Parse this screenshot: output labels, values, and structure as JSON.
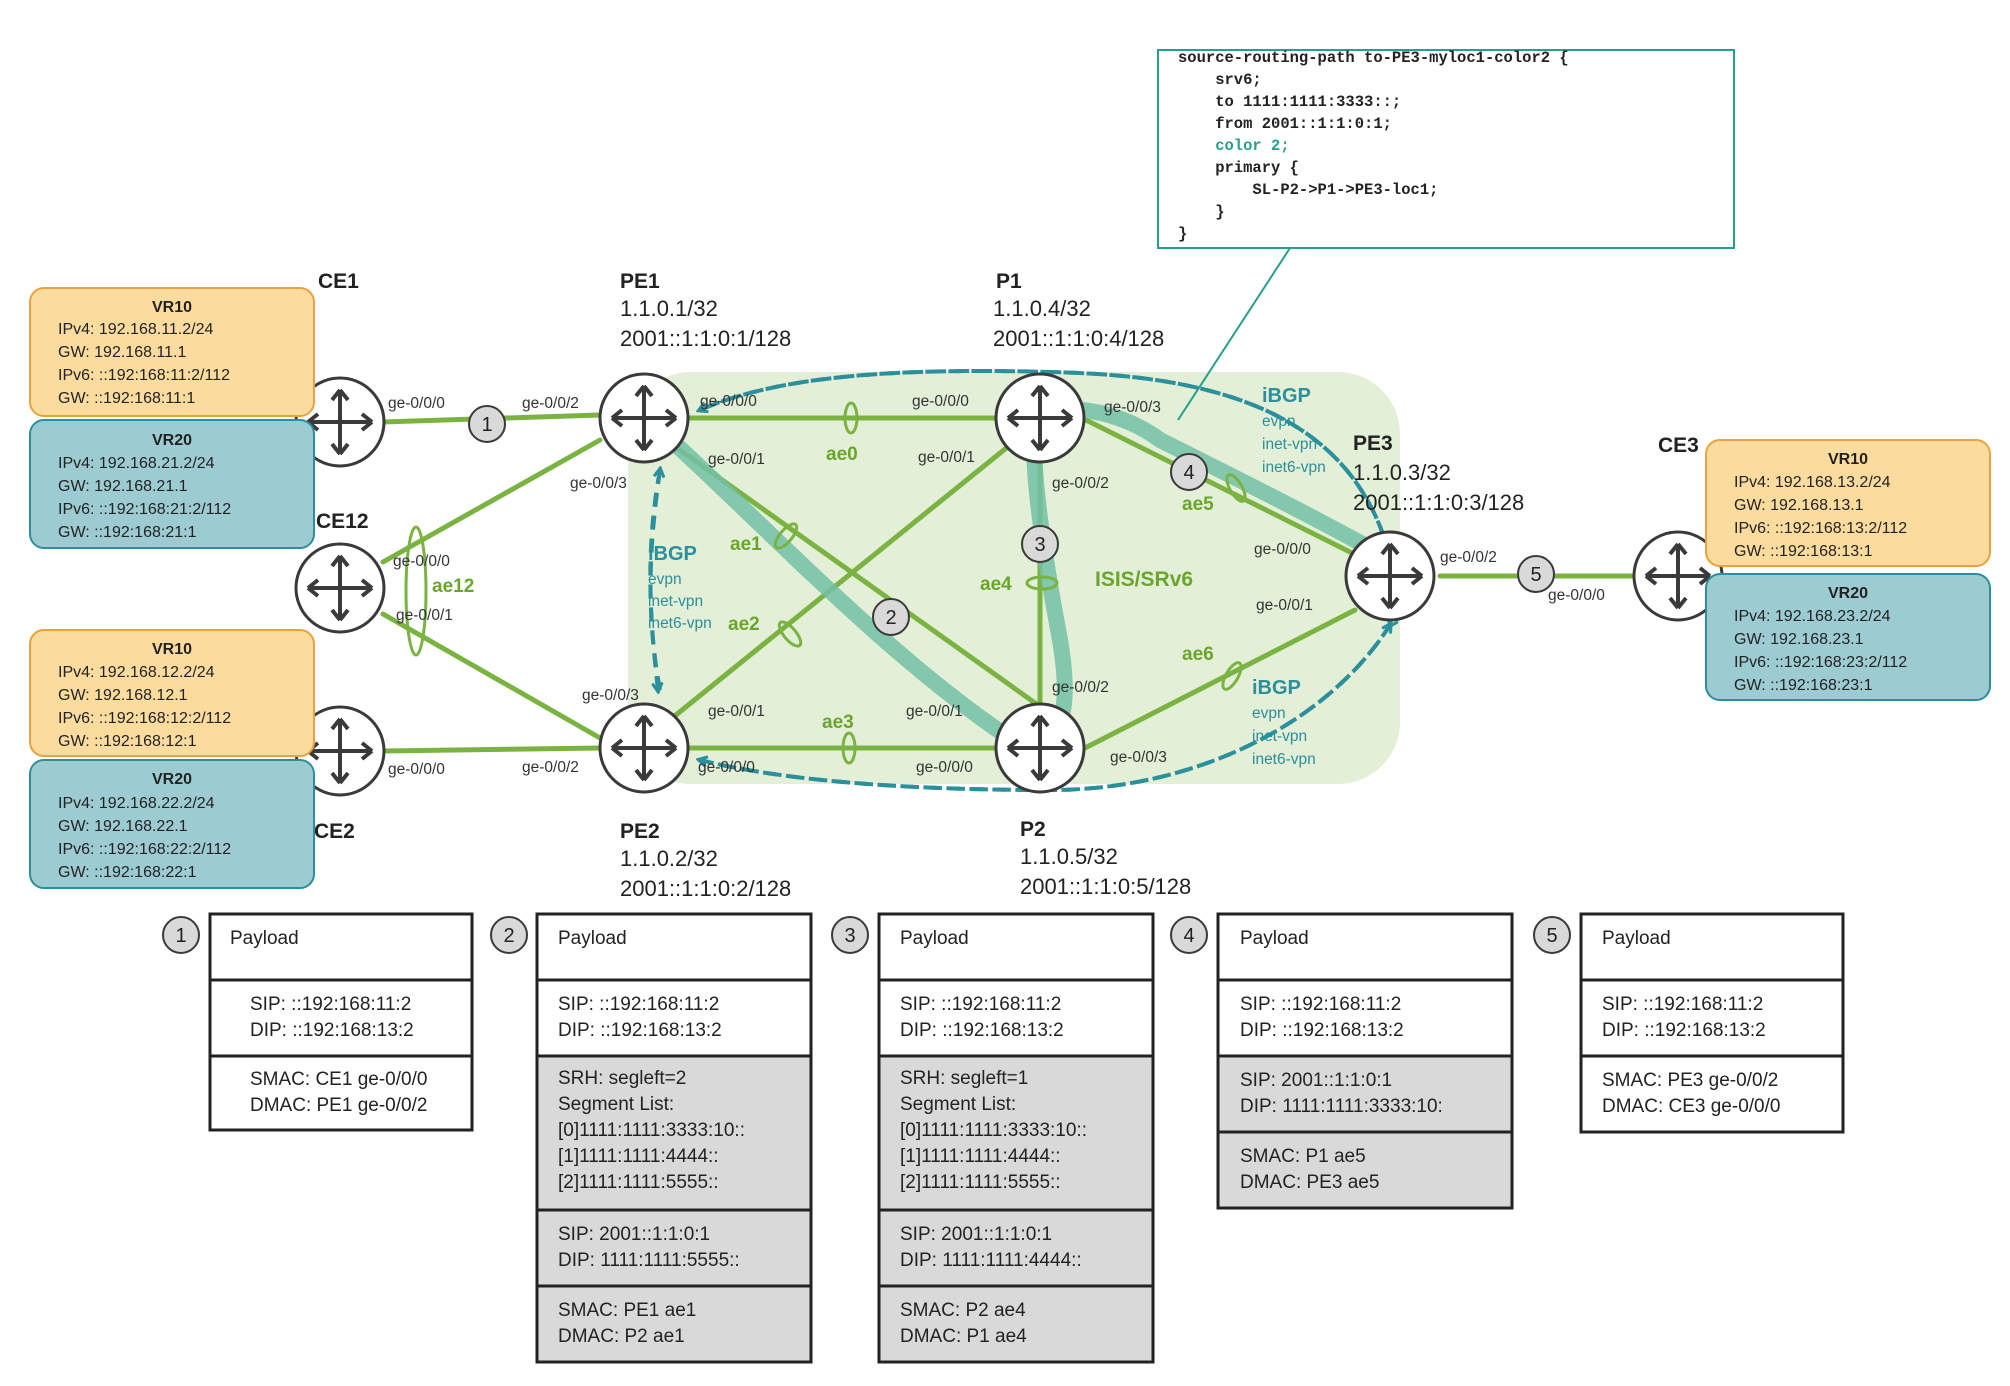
{
  "code_box": {
    "lines": [
      "source-routing-path to-PE3-myloc1-color2 {",
      "    srv6;",
      "    to 1111:1111:3333::;",
      "    from 2001::1:1:0:1;",
      "    color 2;",
      "    primary {",
      "        SL-P2->P1->PE3-loc1;",
      "    }",
      "}"
    ]
  },
  "nodes": {
    "ce1": {
      "name": "CE1"
    },
    "ce12": {
      "name": "CE12"
    },
    "ce2": {
      "name": "CE2"
    },
    "ce3": {
      "name": "CE3"
    },
    "pe1": {
      "name": "PE1",
      "loopback": "1.1.0.1/32",
      "ipv6": "2001::1:1:0:1/128"
    },
    "pe2": {
      "name": "PE2",
      "loopback": "1.1.0.2/32",
      "ipv6": "2001::1:1:0:2/128"
    },
    "p1": {
      "name": "P1",
      "loopback": "1.1.0.4/32",
      "ipv6": "2001::1:1:0:4/128"
    },
    "p2": {
      "name": "P2",
      "loopback": "1.1.0.5/32",
      "ipv6": "2001::1:1:0:5/128"
    },
    "pe3": {
      "name": "PE3",
      "loopback": "1.1.0.3/32",
      "ipv6": "2001::1:1:0:3/128"
    }
  },
  "vr_boxes": {
    "ce1_vr10": {
      "title": "VR10",
      "ipv4": "IPv4: 192.168.11.2/24",
      "gw4": "GW: 192.168.11.1",
      "ipv6": "IPv6: ::192:168:11:2/112",
      "gw6": "GW: ::192:168:11:1",
      "color": "#fcdb9e"
    },
    "ce1_vr20": {
      "title": "VR20",
      "ipv4": "IPv4: 192.168.21.2/24",
      "gw4": "GW: 192.168.21.1",
      "ipv6": "IPv6: ::192:168:21:2/112",
      "gw6": "GW: ::192:168:21:1",
      "color": "#9dcbd2"
    },
    "ce2_vr10": {
      "title": "VR10",
      "ipv4": "IPv4: 192.168.12.2/24",
      "gw4": "GW: 192.168.12.1",
      "ipv6": "IPv6: ::192:168:12:2/112",
      "gw6": "GW: ::192:168:12:1",
      "color": "#fcdb9e"
    },
    "ce2_vr20": {
      "title": "VR20",
      "ipv4": "IPv4: 192.168.22.2/24",
      "gw4": "GW: 192.168.22.1",
      "ipv6": "IPv6: ::192:168:22:2/112",
      "gw6": "GW: ::192:168:22:1",
      "color": "#9dcbd2"
    },
    "ce3_vr10": {
      "title": "VR10",
      "ipv4": "IPv4: 192.168.13.2/24",
      "gw4": "GW: 192.168.13.1",
      "ipv6": "IPv6: ::192:168:13:2/112",
      "gw6": "GW: ::192:168:13:1",
      "color": "#fcdb9e"
    },
    "ce3_vr20": {
      "title": "VR20",
      "ipv4": "IPv4: 192.168.23.2/24",
      "gw4": "GW: 192.168.23.1",
      "ipv6": "IPv6: ::192:168:23:2/112",
      "gw6": "GW: ::192:168:23:1",
      "color": "#9dcbd2"
    }
  },
  "ports": {
    "ce1_ge000": "ge-0/0/0",
    "pe1_ge002": "ge-0/0/2",
    "pe1_ge000": "ge-0/0/0",
    "pe1_ge001": "ge-0/0/1",
    "pe1_ge003": "ge-0/0/3",
    "p1_ge000": "ge-0/0/0",
    "p1_ge001": "ge-0/0/1",
    "p1_ge002": "ge-0/0/2",
    "p1_ge003": "ge-0/0/3",
    "ce12_ge000": "ge-0/0/0",
    "ce12_ge001": "ge-0/0/1",
    "pe2_ge003": "ge-0/0/3",
    "pe2_ge001": "ge-0/0/1",
    "pe2_ge002": "ge-0/0/2",
    "pe2_ge000": "ge-0/0/0",
    "ce2_ge000": "ge-0/0/0",
    "p2_ge001": "ge-0/0/1",
    "p2_ge002": "ge-0/0/2",
    "p2_ge000": "ge-0/0/0",
    "p2_ge003": "ge-0/0/3",
    "pe3_ge000": "ge-0/0/0",
    "pe3_ge001": "ge-0/0/1",
    "pe3_ge002": "ge-0/0/2",
    "ce3_ge000": "ge-0/0/0"
  },
  "ae": {
    "ae0": "ae0",
    "ae1": "ae1",
    "ae2": "ae2",
    "ae3": "ae3",
    "ae4": "ae4",
    "ae5": "ae5",
    "ae6": "ae6",
    "ae12": "ae12"
  },
  "bgp": {
    "left": {
      "title": "iBGP",
      "l1": "evpn",
      "l2": "inet-vpn",
      "l3": "inet6-vpn"
    },
    "top": {
      "title": "iBGP",
      "l1": "evpn",
      "l2": "inet-vpn",
      "l3": "inet6-vpn"
    },
    "bottom": {
      "title": "iBGP",
      "l1": "evpn",
      "l2": "inet-vpn",
      "l3": "inet6-vpn"
    }
  },
  "isis_label": "ISIS/SRv6",
  "markers": {
    "m1": "1",
    "m2": "2",
    "m3": "3",
    "m4": "4",
    "m5": "5"
  },
  "packets": {
    "p1": {
      "num": "1",
      "payload": "Payload",
      "sip": "SIP: ::192:168:11:2",
      "dip": "DIP: ::192:168:13:2",
      "smac": "SMAC: CE1 ge-0/0/0",
      "dmac": "DMAC: PE1 ge-0/0/2"
    },
    "p2": {
      "num": "2",
      "payload": "Payload",
      "sip": "SIP: ::192:168:11:2",
      "dip": "DIP: ::192:168:13:2",
      "srh": "SRH: segleft=2",
      "seglist": "Segment List:",
      "s0": "[0]1111:1111:3333:10::",
      "s1": "[1]1111:1111:4444::",
      "s2": "[2]1111:1111:5555::",
      "osip": "SIP: 2001::1:1:0:1",
      "odip": "DIP: 1111:1111:5555::",
      "smac": "SMAC: PE1 ae1",
      "dmac": "DMAC: P2 ae1"
    },
    "p3": {
      "num": "3",
      "payload": "Payload",
      "sip": "SIP: ::192:168:11:2",
      "dip": "DIP: ::192:168:13:2",
      "srh": "SRH: segleft=1",
      "seglist": "Segment List:",
      "s0": "[0]1111:1111:3333:10::",
      "s1": "[1]1111:1111:4444::",
      "s2": "[2]1111:1111:5555::",
      "osip": "SIP: 2001::1:1:0:1",
      "odip": "DIP: 1111:1111:4444::",
      "smac": "SMAC: P2 ae4",
      "dmac": "DMAC: P1 ae4"
    },
    "p4": {
      "num": "4",
      "payload": "Payload",
      "sip": "SIP: ::192:168:11:2",
      "dip": "DIP: ::192:168:13:2",
      "osip": "SIP: 2001::1:1:0:1",
      "odip": "DIP: 1111:1111:3333:10:",
      "smac": "SMAC: P1 ae5",
      "dmac": "DMAC: PE3 ae5"
    },
    "p5": {
      "num": "5",
      "payload": "Payload",
      "sip": "SIP: ::192:168:11:2",
      "dip": "DIP: ::192:168:13:2",
      "smac": "SMAC: PE3 ge-0/0/2",
      "dmac": "DMAC: CE3 ge-0/0/0"
    }
  },
  "colors": {
    "link": "#7bb342",
    "ae_label": "#6aa52c",
    "bgp": "#2b8f9c",
    "isis_region": "#e3efd7",
    "sr_path": "#72c0a4",
    "marker_fill": "#d9d9d9",
    "shaded_cell": "#d9d9d9",
    "code_border": "#26a08a"
  }
}
